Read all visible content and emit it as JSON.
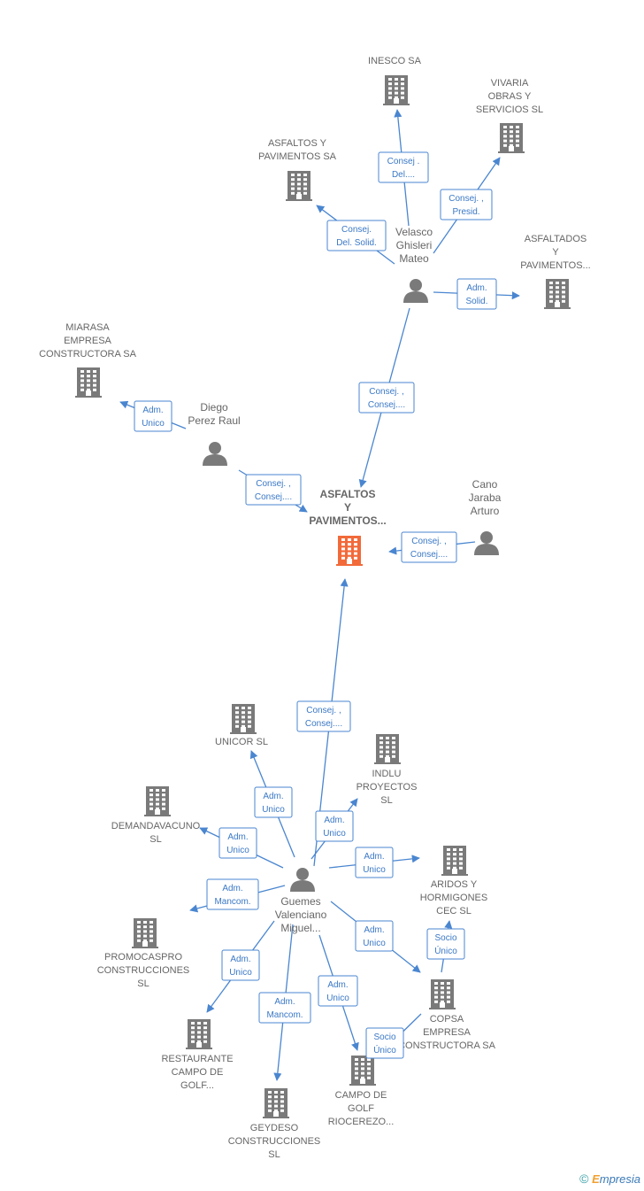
{
  "colors": {
    "main_building": "#f26a3a",
    "building": "#7a7a7a",
    "person": "#7a7a7a",
    "edge": "#4a86d0"
  },
  "companies": [
    {
      "id": "main",
      "name": "ASFALTOS\nY\nPAVIMENTOS...",
      "main": true
    },
    {
      "id": "inesco",
      "name": "INESCO SA"
    },
    {
      "id": "vivaria",
      "name": "VIVARIA\nOBRAS Y\nSERVICIOS SL"
    },
    {
      "id": "asfpavsa",
      "name": "ASFALTOS Y\nPAVIMENTOS SA"
    },
    {
      "id": "asfaltados",
      "name": "ASFALTADOS\nY\nPAVIMENTOS..."
    },
    {
      "id": "miarasa",
      "name": "MIARASA\nEMPRESA\nCONSTRUCTORA SA"
    },
    {
      "id": "unicor",
      "name": "UNICOR SL"
    },
    {
      "id": "indlu",
      "name": "INDLU\nPROYECTOS\nSL"
    },
    {
      "id": "demanda",
      "name": "DEMANDAVACUNO\nSL"
    },
    {
      "id": "aridos",
      "name": "ARIDOS Y\nHORMIGONES\nCEC  SL"
    },
    {
      "id": "promoc",
      "name": "PROMOCASPRO\nCONSTRUCCIONES\nSL"
    },
    {
      "id": "copsa",
      "name": "COPSA\nEMPRESA\nCONSTRUCTORA SA"
    },
    {
      "id": "restaur",
      "name": "RESTAURANTE\nCAMPO DE\nGOLF..."
    },
    {
      "id": "campo",
      "name": "CAMPO DE\nGOLF\nRIOCEREZO..."
    },
    {
      "id": "geydeso",
      "name": "GEYDESO\nCONSTRUCCIONES\nSL"
    }
  ],
  "persons": [
    {
      "id": "velasco",
      "name": "Velasco\nGhisleri\nMateo"
    },
    {
      "id": "diego",
      "name": "Diego\nPerez Raul"
    },
    {
      "id": "cano",
      "name": "Cano\nJaraba\nArturo"
    },
    {
      "id": "guemes",
      "name": "Guemes\nValenciano\nMiguel..."
    }
  ],
  "relations": [
    {
      "id": "r-velasco-inesco",
      "label": "Consej .\nDel...."
    },
    {
      "id": "r-velasco-vivaria",
      "label": "Consej. ,\nPresid."
    },
    {
      "id": "r-velasco-asfpavsa",
      "label": "Consej.\nDel. Solid."
    },
    {
      "id": "r-velasco-asfaltados",
      "label": "Adm.\nSolid."
    },
    {
      "id": "r-velasco-main",
      "label": "Consej. ,\nConsej...."
    },
    {
      "id": "r-diego-miarasa",
      "label": "Adm.\nUnico"
    },
    {
      "id": "r-diego-main",
      "label": "Consej. ,\nConsej...."
    },
    {
      "id": "r-cano-main",
      "label": "Consej. ,\nConsej...."
    },
    {
      "id": "r-guemes-main",
      "label": "Consej. ,\nConsej...."
    },
    {
      "id": "r-guemes-unicor",
      "label": "Adm.\nUnico"
    },
    {
      "id": "r-guemes-indlu",
      "label": "Adm.\nUnico"
    },
    {
      "id": "r-guemes-demanda",
      "label": "Adm.\nUnico"
    },
    {
      "id": "r-guemes-aridos",
      "label": "Adm.\nUnico"
    },
    {
      "id": "r-guemes-promoc",
      "label": "Adm.\nMancom."
    },
    {
      "id": "r-guemes-copsa",
      "label": "Adm.\nUnico"
    },
    {
      "id": "r-copsa-aridos",
      "label": "Socio\nÚnico"
    },
    {
      "id": "r-guemes-restaur",
      "label": "Adm.\nUnico"
    },
    {
      "id": "r-guemes-geydeso",
      "label": "Adm.\nMancom."
    },
    {
      "id": "r-guemes-campo",
      "label": "Adm.\nUnico"
    },
    {
      "id": "r-copsa-campo",
      "label": "Socio\nÚnico"
    }
  ],
  "brand": {
    "copyright": "©",
    "e": "E",
    "rest": "mpresia"
  }
}
